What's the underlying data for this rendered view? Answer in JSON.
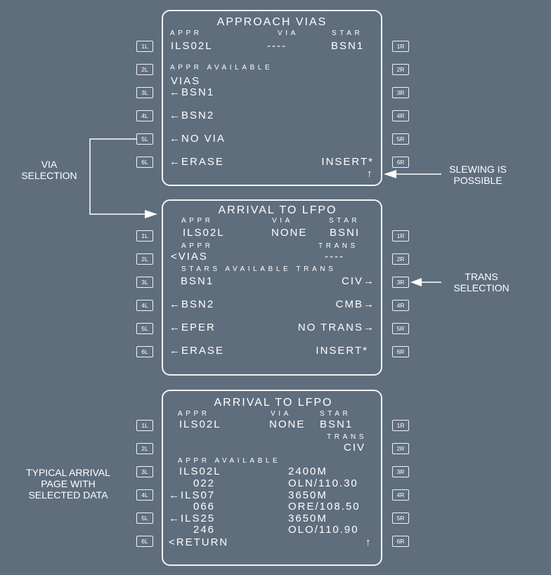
{
  "lsk_left": [
    "1L",
    "2L",
    "3L",
    "4L",
    "5L",
    "6L"
  ],
  "lsk_right": [
    "1R",
    "2R",
    "3R",
    "4R",
    "5R",
    "6R"
  ],
  "annotations": {
    "via_selection": "VIA\nSELECTION",
    "slewing": "SLEWING IS\nPOSSIBLE",
    "trans_selection": "TRANS\nSELECTION",
    "typical": "TYPICAL ARRIVAL\nPAGE WITH\nSELECTED DATA"
  },
  "page1": {
    "title": "APPROACH VIAS",
    "appr_label": "APPR",
    "via_label": "VIA",
    "star_label": "STAR",
    "appr": "ILS02L",
    "via": "----",
    "star": "BSN1",
    "appr_available": "APPR AVAILABLE",
    "vias": "VIAS",
    "items": [
      "←BSN1",
      "←BSN2",
      "←NO VIA",
      "←ERASE"
    ],
    "insert": "INSERT*",
    "slew": "↑"
  },
  "page2": {
    "title": "ARRIVAL TO LFPO",
    "appr_label": "APPR",
    "via_label": "VIA",
    "star_label": "STAR",
    "appr": "ILS02L",
    "via": "NONE",
    "star": "BSNI",
    "appr_label2": "APPR",
    "trans_label": "TRANS",
    "vias": "<VIAS",
    "trans": "----",
    "avail_label": "STARS AVAILABLE TRANS",
    "stars": [
      "BSN1",
      "←BSN2",
      "←EPER",
      "←ERASE"
    ],
    "trans_items": [
      "CIV→",
      "CMB→",
      "NO TRANS→",
      "INSERT*"
    ]
  },
  "page3": {
    "title": "ARRIVAL TO LFPO",
    "appr_label": "APPR",
    "via_label": "VIA",
    "star_label": "STAR",
    "appr": "ILS02L",
    "via": "NONE",
    "star": "BSN1",
    "trans_label": "TRANS",
    "trans": "CIV",
    "appr_available": "APPR AVAILABLE",
    "approaches": [
      {
        "name": "ILS02L",
        "course": "022",
        "length": "2400M",
        "nav": "OLN/110.30"
      },
      {
        "name": "←ILS07",
        "course": "066",
        "length": "3650M",
        "nav": "ORE/108.50"
      },
      {
        "name": "←ILS25",
        "course": "246",
        "length": "3650M",
        "nav": "OLO/110.90"
      }
    ],
    "return": "<RETURN",
    "slew": "↑"
  }
}
